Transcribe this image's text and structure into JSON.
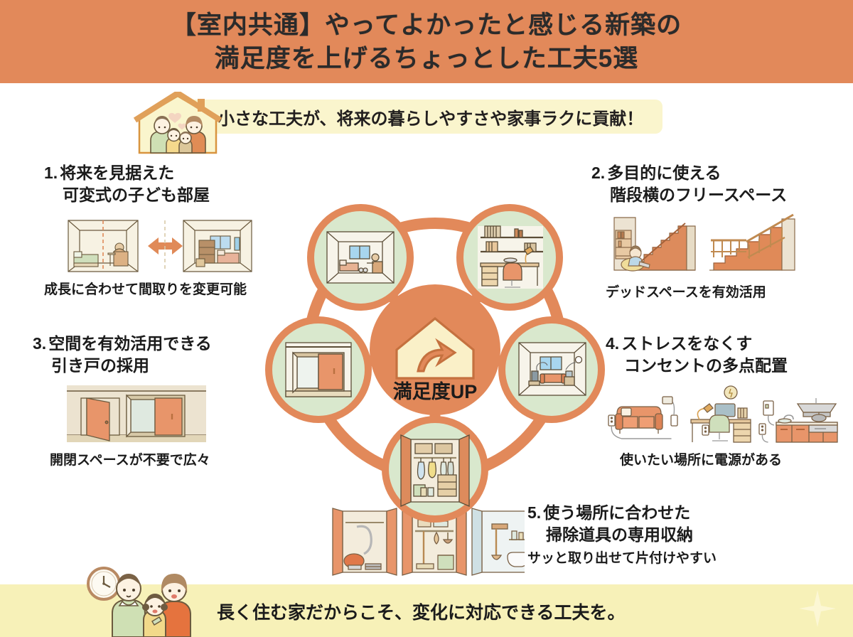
{
  "header": {
    "line1": "【室内共通】やってよかったと感じる新築の",
    "line2": "満足度を上げるちょっとした工夫5選",
    "bg_color": "#e2895a",
    "text_color": "#2b2b2b"
  },
  "sub_banner": {
    "text": "小さな工夫が、将来の暮らしやすさや家事ラクに貢献！",
    "bg_color": "#faf5cd",
    "icon": "house-family-icon"
  },
  "center": {
    "label": "満足度UP",
    "icon": "house-up-arrow-icon",
    "circle_color": "#e2895a",
    "house_fill": "#faf0c8"
  },
  "ring_nodes": [
    {
      "name": "kids-room-node",
      "icon": "kids-bedroom-icon",
      "fill": "#d9e8cd",
      "ring": "#e2895a"
    },
    {
      "name": "study-desk-node",
      "icon": "desk-bookshelf-icon",
      "fill": "#d9e8cd",
      "ring": "#e2895a"
    },
    {
      "name": "living-outlets-node",
      "icon": "living-room-outlet-icon",
      "fill": "#d9e8cd",
      "ring": "#e2895a"
    },
    {
      "name": "closet-node",
      "icon": "open-closet-icon",
      "fill": "#d9e8cd",
      "ring": "#e2895a"
    },
    {
      "name": "sliding-door-node",
      "icon": "sliding-door-icon",
      "fill": "#d9e8cd",
      "ring": "#e2895a"
    }
  ],
  "items": [
    {
      "number": "1.",
      "title_line1": "将来を見据えた",
      "title_line2": "可変式の子ども部屋",
      "caption": "成長に合わせて間取りを変更可能",
      "illustration": "kids-room-convertible-illustration"
    },
    {
      "number": "2.",
      "title_line1": "多目的に使える",
      "title_line2": "階段横のフリースペース",
      "caption": "デッドスペースを有効活用",
      "illustration": "under-stairs-space-illustration"
    },
    {
      "number": "3.",
      "title_line1": "空間を有効活用できる",
      "title_line2": "引き戸の採用",
      "caption": "開閉スペースが不要で広々",
      "illustration": "sliding-vs-hinged-door-illustration"
    },
    {
      "number": "4.",
      "title_line1": "ストレスをなくす",
      "title_line2": "コンセントの多点配置",
      "caption": "使いたい場所に電源がある",
      "illustration": "outlets-sofa-desk-kitchen-illustration"
    },
    {
      "number": "5.",
      "title_line1": "使う場所に合わせた",
      "title_line2": "掃除道具の専用収納",
      "caption": "サッと取り出せて片付けやすい",
      "illustration": "cleaning-tool-closets-illustration"
    }
  ],
  "footer": {
    "text": "長く住む家だからこそ、変化に対応できる工夫を。",
    "bg_color": "#f7f1b8",
    "icon": "family-clock-icon",
    "sparkle": "sparkle-icon"
  },
  "palette": {
    "orange": "#e2895a",
    "orange_dark": "#d4703a",
    "green_fill": "#d9e8cd",
    "cream": "#f3ecd8",
    "yellow": "#f7f1b8",
    "wood": "#d8a87a",
    "ink": "#1b1b1b"
  }
}
